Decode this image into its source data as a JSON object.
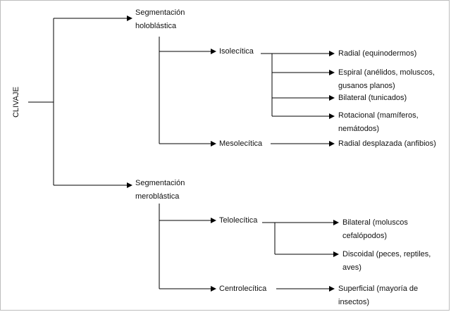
{
  "root": "CLIVAJE",
  "level1": {
    "holoblastica": [
      "Segmentación",
      "holoblástica"
    ],
    "meroblastica": [
      "Segmentación",
      "meroblástica"
    ]
  },
  "level2": {
    "isolecitica": "Isolecítica",
    "mesolecitica": "Mesolecítica",
    "telolecitica": "Telolecítica",
    "centrolecitica": "Centrolecítica"
  },
  "level3": {
    "radial": [
      "Radial (equinodermos)"
    ],
    "espiral": [
      "Espiral (anélidos, moluscos,",
      "gusanos planos)"
    ],
    "bilateral_tunicados": [
      "Bilateral (tunicados)"
    ],
    "rotacional": [
      "Rotacional (mamíferos,",
      "nemátodos)"
    ],
    "radial_desplazada": [
      "Radial desplazada (anfibios)"
    ],
    "bilateral_moluscos": [
      "Bilateral (moluscos",
      "cefalópodos)"
    ],
    "discoidal": [
      "Discoidal (peces, reptiles,",
      "aves)"
    ],
    "superficial": [
      "Superficial (mayoría de",
      "insectos)"
    ]
  }
}
